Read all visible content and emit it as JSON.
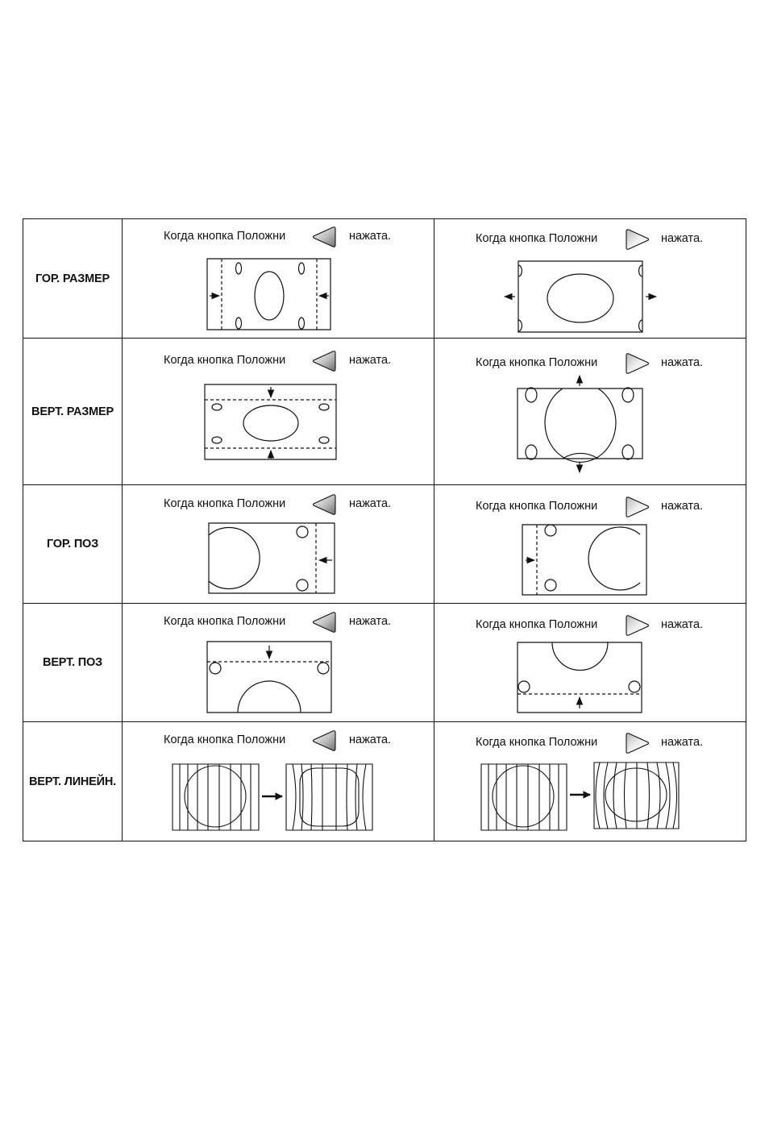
{
  "caption": {
    "prefix": "Когда кнопка Положни",
    "suffix": "нажата."
  },
  "rows": [
    {
      "label": "ГОР. РАЗМЕР"
    },
    {
      "label": "ВЕРТ. РАЗМЕР"
    },
    {
      "label": "ГОР. ПОЗ"
    },
    {
      "label": "ВЕРТ. ПОЗ"
    },
    {
      "label": "ВЕРТ. ЛИНЕЙН."
    }
  ],
  "icons": {
    "left_button": "triangle-left-button-icon",
    "right_button": "triangle-right-button-icon"
  },
  "colors": {
    "ink": "#111111",
    "paper": "#ffffff"
  }
}
